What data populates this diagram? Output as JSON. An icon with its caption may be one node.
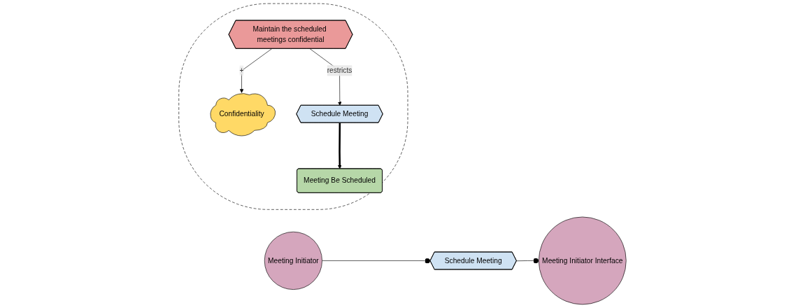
{
  "diagram": {
    "nodes": [
      {
        "text": [
          "Schedule Meeting"
        ]
      },
      {
        "text": [
          "Meeting Initiator Interface"
        ]
      },
      {
        "text": [],
        "shape": "ellipse"
      },
      {
        "text": [
          "Confidentiality"
        ],
        "in": 2
      },
      {
        "text": [
          "Meeting Be Scheduled"
        ],
        "in": 2
      },
      {
        "text": [
          "Maintain the scheduled meetings confidential"
        ],
        "in": 2
      },
      {
        "text": [
          "Schedule Meeting"
        ],
        "in": 2
      },
      {
        "text": [
          "Meeting Initiator"
        ]
      }
    ],
    "edges": [
      {
        "from": 0,
        "to": 1,
        "arrow": "other"
      },
      {
        "from": 7,
        "to": 0,
        "arrow": "other"
      },
      {
        "from": 6,
        "to": 4,
        "arrow": "to",
        "style": "thick"
      },
      {
        "from": 5,
        "to": 6,
        "arrow": "to",
        "label": "restricts"
      },
      {
        "from": 5,
        "to": 3,
        "arrow": "to",
        "label": "+"
      }
    ]
  }
}
